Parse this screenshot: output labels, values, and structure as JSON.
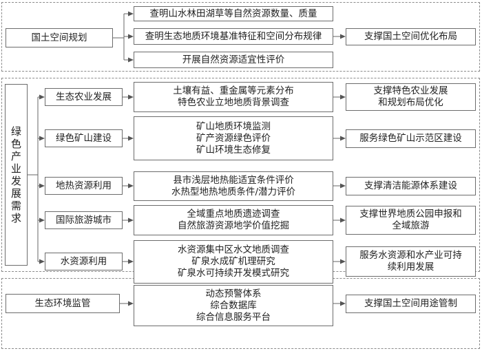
{
  "section1": {
    "source": "国土空间规划",
    "tasks": [
      "查明山水林田湖草等自然资源数量、质量",
      "查明生态地质环境基准特征和空间分布规律",
      "开展自然资源适宜性评价"
    ],
    "outcome": "支撑国土空间优化布局"
  },
  "section2": {
    "title_chars": [
      "绿",
      "色",
      "产",
      "业",
      "发",
      "展",
      "需",
      "求"
    ],
    "rows": [
      {
        "category": "生态农业发展",
        "tasks": [
          "土壤有益、重金属等元素分布",
          "特色农业立地地质背景调查"
        ],
        "outcome": [
          "支撑特色农业发展",
          "和规划布局优化"
        ]
      },
      {
        "category": "绿色矿山建设",
        "tasks": [
          "矿山地质环境监测",
          "矿产资源绿色评价",
          "矿山环境生态修复"
        ],
        "outcome": [
          "服务绿色矿山示范区建设"
        ]
      },
      {
        "category": "地热资源利用",
        "tasks": [
          "县市浅层地热能适宜条件评价",
          "水热型地热地质条件/潜力评价"
        ],
        "outcome": [
          "支撑清洁能源体系建设"
        ]
      },
      {
        "category": "国际旅游城市",
        "tasks": [
          "全域重点地质遗迹调查",
          "自然旅游资源地学价值挖掘"
        ],
        "outcome": [
          "支撑世界地质公园申报和",
          "全域旅游"
        ]
      },
      {
        "category": "水资源利用",
        "tasks": [
          "水资源集中区水文地质调查",
          "矿泉水成矿机理研究",
          "矿泉水可持续开发模式研究"
        ],
        "outcome": [
          "服务水资源和水产业可持",
          "续利用发展"
        ]
      }
    ]
  },
  "section3": {
    "source": "生态环境监管",
    "tasks": [
      "动态预警体系",
      "综合数据库",
      "综合信息服务平台"
    ],
    "outcome": "支撑国土空间用途管制"
  }
}
